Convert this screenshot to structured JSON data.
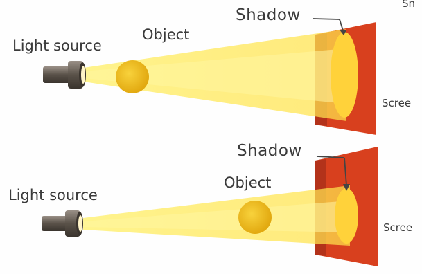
{
  "colors": {
    "beam": "#ffe24a",
    "object": "#f2c21a",
    "screen": "#d8401e",
    "shadow": "#ffd23a",
    "torch": "#6b6258",
    "arrow": "#444444"
  },
  "diagram_top": {
    "light_source_label": "Light source",
    "object_label": "Object",
    "shadow_label": "Shadow",
    "screen_label": "Scree",
    "top_right_label": "Sn"
  },
  "diagram_bottom": {
    "light_source_label": "Light source",
    "object_label": "Object",
    "shadow_label": "Shadow",
    "screen_label": "Scree"
  }
}
